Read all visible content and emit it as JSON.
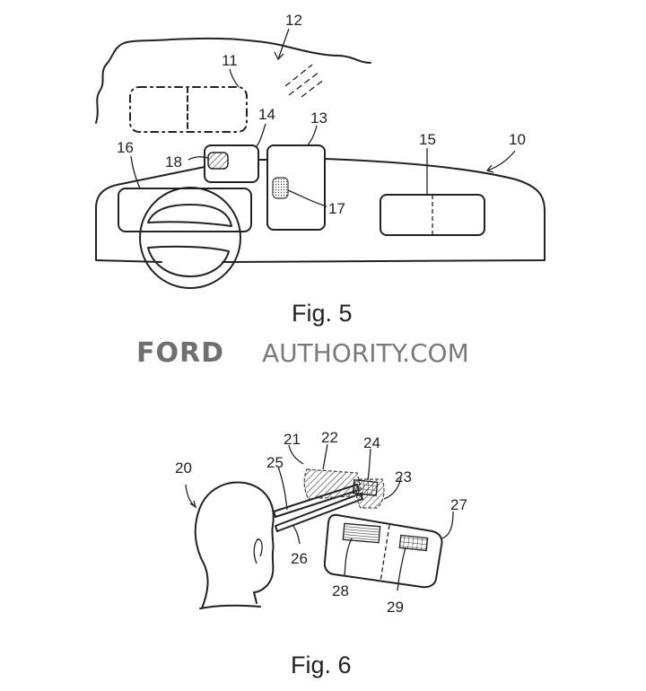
{
  "fig5": {
    "caption": "Fig. 5",
    "labels": {
      "l10": "10",
      "l11": "11",
      "l12": "12",
      "l13": "13",
      "l14": "14",
      "l15": "15",
      "l16": "16",
      "l17": "17",
      "l18": "18"
    }
  },
  "watermark": {
    "brand": "FORD",
    "rest": "AUTHORITY.COM"
  },
  "fig6": {
    "caption": "Fig. 6",
    "labels": {
      "l20": "20",
      "l21": "21",
      "l22": "22",
      "l23": "23",
      "l24": "24",
      "l25": "25",
      "l26": "26",
      "l27": "27",
      "l28": "28",
      "l29": "29"
    }
  }
}
